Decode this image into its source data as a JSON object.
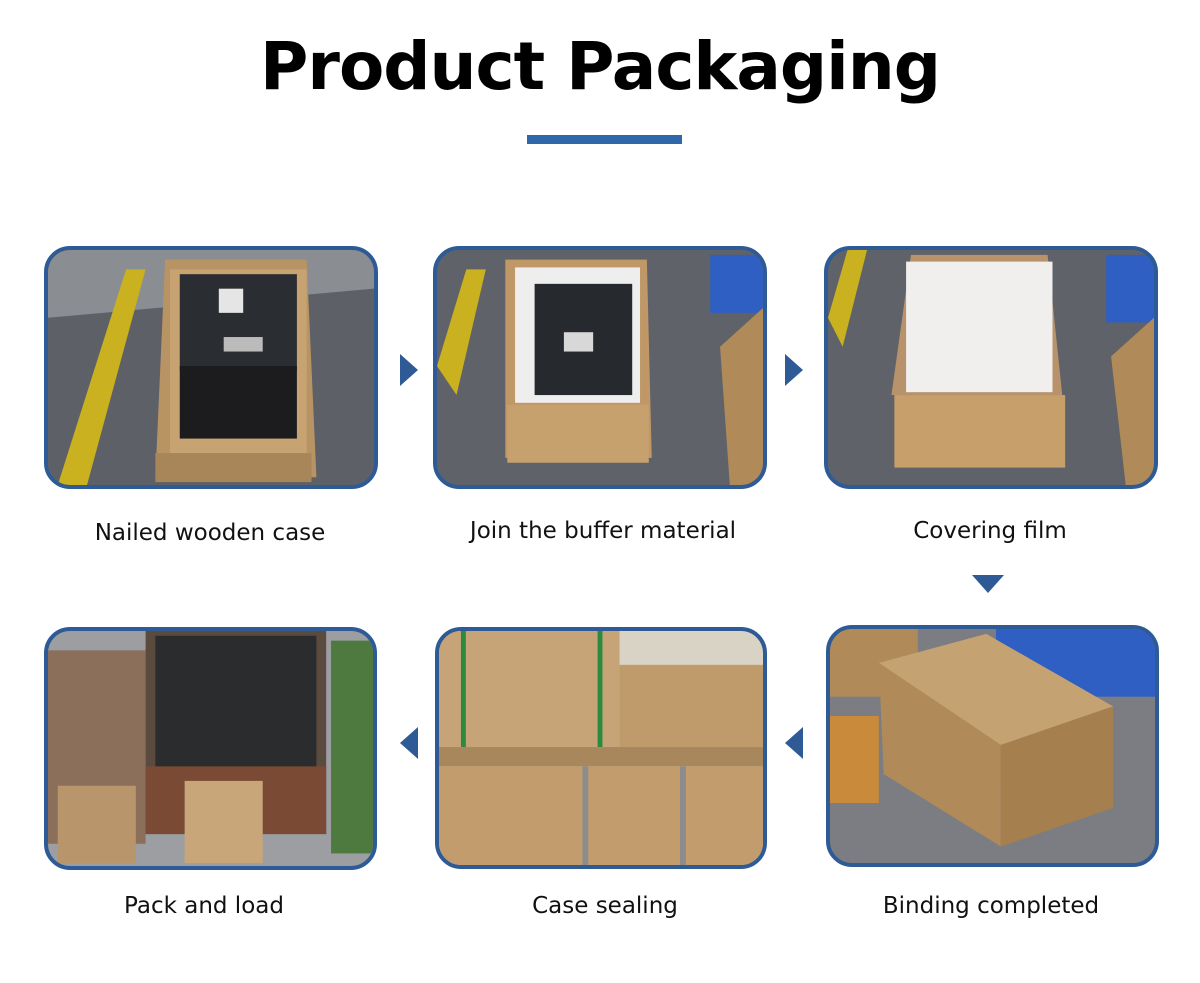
{
  "header": {
    "title": "Product Packaging"
  },
  "accent_color": "#2f67ab",
  "steps": [
    {
      "label": "Nailed wooden case"
    },
    {
      "label": "Join the buffer material"
    },
    {
      "label": "Covering film"
    },
    {
      "label": "Binding completed"
    },
    {
      "label": "Case sealing"
    },
    {
      "label": "Pack and load"
    }
  ],
  "arrows": [
    {
      "icon": "arrow-right-icon"
    },
    {
      "icon": "arrow-right-icon"
    },
    {
      "icon": "arrow-down-icon"
    },
    {
      "icon": "arrow-left-icon"
    },
    {
      "icon": "arrow-left-icon"
    }
  ]
}
